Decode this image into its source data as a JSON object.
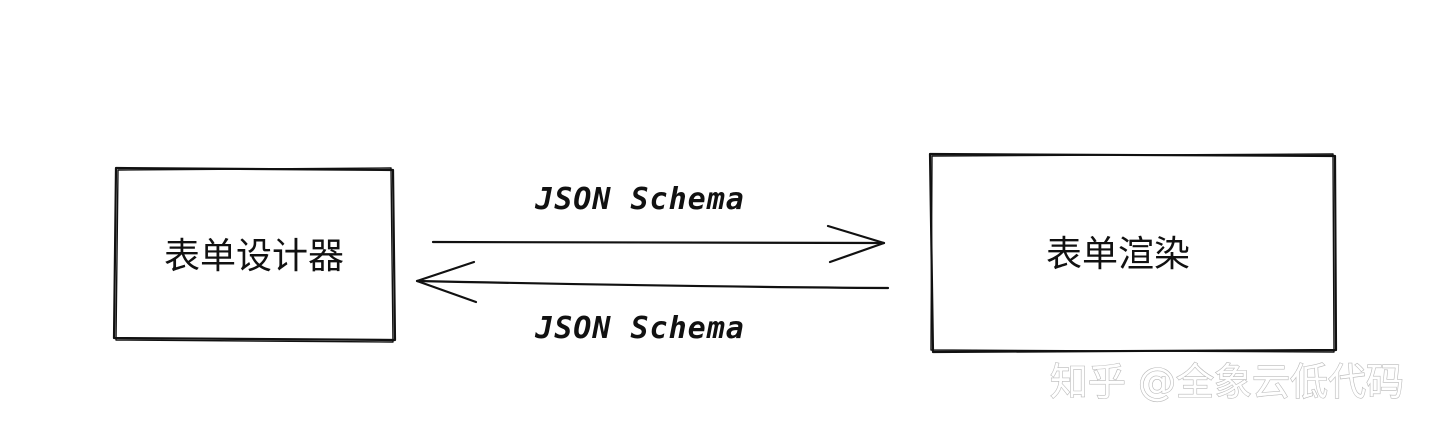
{
  "nodes": {
    "designer": {
      "label": "表单设计器"
    },
    "renderer": {
      "label": "表单渲染"
    }
  },
  "edges": {
    "forward": {
      "label": "JSON Schema"
    },
    "backward": {
      "label": "JSON Schema"
    }
  },
  "watermark": {
    "text": "知乎 @全象云低代码"
  },
  "colors": {
    "stroke": "#111111",
    "background": "#ffffff",
    "watermark_outline": "#b9b9b9"
  }
}
